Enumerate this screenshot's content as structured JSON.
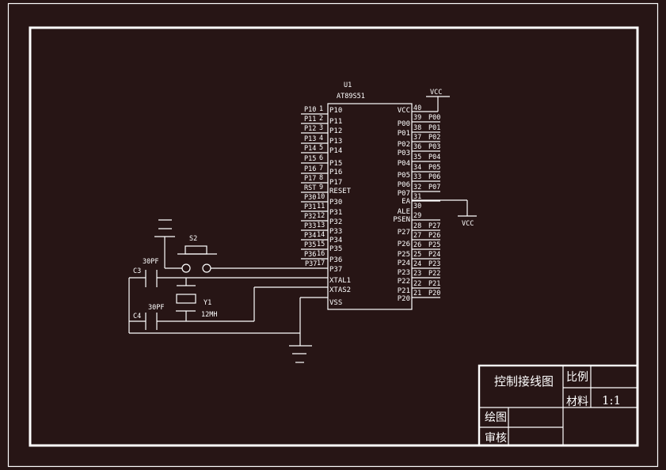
{
  "chip": {
    "ref": "U1",
    "part": "AT89S51",
    "left_pins": [
      {
        "net": "P10",
        "num": "1",
        "name": "P10"
      },
      {
        "net": "P11",
        "num": "2",
        "name": "P11"
      },
      {
        "net": "P12",
        "num": "3",
        "name": "P12"
      },
      {
        "net": "P13",
        "num": "4",
        "name": "P13"
      },
      {
        "net": "P14",
        "num": "5",
        "name": "P14"
      },
      {
        "net": "P15",
        "num": "6",
        "name": "P15"
      },
      {
        "net": "P16",
        "num": "7",
        "name": "P16"
      },
      {
        "net": "P17",
        "num": "8",
        "name": "P17"
      },
      {
        "net": "RST",
        "num": "9",
        "name": "RESET"
      },
      {
        "net": "P30",
        "num": "10",
        "name": "P30"
      },
      {
        "net": "P31",
        "num": "11",
        "name": "P31"
      },
      {
        "net": "P32",
        "num": "12",
        "name": "P32"
      },
      {
        "net": "P33",
        "num": "13",
        "name": "P33"
      },
      {
        "net": "P34",
        "num": "14",
        "name": "P34"
      },
      {
        "net": "P35",
        "num": "15",
        "name": "P35"
      },
      {
        "net": "P36",
        "num": "16",
        "name": "P36"
      },
      {
        "net": "P37",
        "num": "17",
        "name": "P37"
      },
      {
        "net": "",
        "num": "",
        "name": "XTAL1"
      },
      {
        "net": "",
        "num": "",
        "name": "XTAS2"
      },
      {
        "net": "",
        "num": "",
        "name": "VSS"
      }
    ],
    "right_pins": [
      {
        "name": "VCC",
        "num": "40",
        "net": ""
      },
      {
        "name": "P00",
        "num": "39",
        "net": "P00"
      },
      {
        "name": "P01",
        "num": "38",
        "net": "P01"
      },
      {
        "name": "P02",
        "num": "37",
        "net": "P02"
      },
      {
        "name": "P03",
        "num": "36",
        "net": "P03"
      },
      {
        "name": "P04",
        "num": "35",
        "net": "P04"
      },
      {
        "name": "P05",
        "num": "34",
        "net": "P05"
      },
      {
        "name": "P06",
        "num": "33",
        "net": "P06"
      },
      {
        "name": "P07",
        "num": "32",
        "net": "P07"
      },
      {
        "name": "",
        "num": "31",
        "net": ""
      },
      {
        "name": "EA",
        "num": "30",
        "net": ""
      },
      {
        "name": "ALE",
        "num": "29",
        "net": ""
      },
      {
        "name": "PSEN",
        "num": "28",
        "net": "P27"
      },
      {
        "name": "P27",
        "num": "27",
        "net": "P26"
      },
      {
        "name": "P26",
        "num": "26",
        "net": "P25"
      },
      {
        "name": "P25",
        "num": "25",
        "net": "P24"
      },
      {
        "name": "P24",
        "num": "24",
        "net": "P23"
      },
      {
        "name": "P23",
        "num": "23",
        "net": "P22"
      },
      {
        "name": "P22",
        "num": "22",
        "net": "P21"
      },
      {
        "name": "P21",
        "num": "21",
        "net": "P20"
      },
      {
        "name": "P20",
        "num": "",
        "net": ""
      }
    ]
  },
  "power": {
    "vcc_top": "VCC",
    "vcc_ea": "VCC"
  },
  "components": {
    "switch": "S2",
    "c3_ref": "C3",
    "c3_value": "30PF",
    "c4_ref": "C4",
    "c4_value": "30PF",
    "crystal_ref": "Y1",
    "crystal_value": "12MH"
  },
  "title_block": {
    "title": "控制接线图",
    "scale_label": "比例",
    "material_label": "材料",
    "scale_value": "1:1",
    "drawn_label": "绘图",
    "checked_label": "审核"
  }
}
